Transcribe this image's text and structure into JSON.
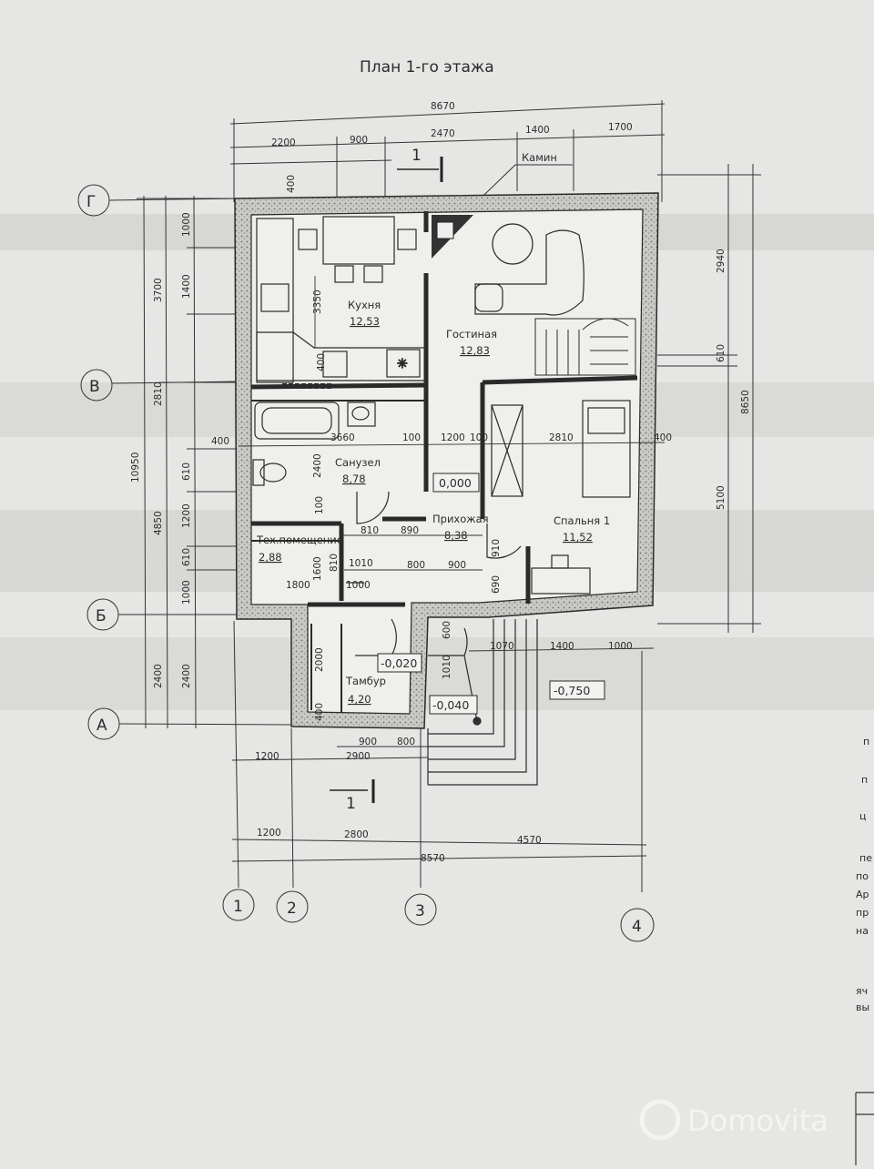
{
  "title": "План 1-го этажа",
  "fireplace_label": "Камин",
  "section_marks": [
    "1",
    "1"
  ],
  "axes": {
    "rows": [
      "Г",
      "В",
      "Б",
      "А"
    ],
    "cols": [
      "1",
      "2",
      "3",
      "4"
    ]
  },
  "rooms": [
    {
      "id": "kitchen",
      "name": "Кухня",
      "area": "12,53"
    },
    {
      "id": "living",
      "name": "Гостиная",
      "area": "12,83"
    },
    {
      "id": "bathroom",
      "name": "Санузел",
      "area": "8,78"
    },
    {
      "id": "hall",
      "name": "Прихожая",
      "area": "8,38"
    },
    {
      "id": "bedroom",
      "name": "Спальня 1",
      "area": "11,52"
    },
    {
      "id": "tech",
      "name": "Тех.помещение",
      "area": "2,88"
    },
    {
      "id": "vestibule",
      "name": "Тамбур",
      "area": "4,20"
    }
  ],
  "levels": [
    "0,000",
    "-0,020",
    "-0,040",
    "-0,750"
  ],
  "dims_top": {
    "overall": "8670",
    "row1": [
      "2470",
      "1400",
      "1700"
    ],
    "row2": [
      "2200",
      "900"
    ]
  },
  "dims_bottom": {
    "overall": "8570",
    "row1": [
      "1200",
      "2800",
      "4570"
    ],
    "row2": [
      "1200",
      "2900"
    ],
    "row3": [
      "900",
      "800"
    ]
  },
  "dims_left": {
    "overall": "10950",
    "mid": [
      "3700",
      "2810",
      "4850",
      "2400"
    ],
    "inner": [
      "1000",
      "1400",
      "610",
      "1200",
      "610",
      "1000",
      "2400"
    ]
  },
  "dims_right": {
    "overall": "8650",
    "parts": [
      "2940",
      "610",
      "5100"
    ]
  },
  "dims_inner": [
    "3350",
    "400",
    "400",
    "3660",
    "100",
    "1200",
    "100",
    "2810",
    "400",
    "400",
    "2400",
    "100",
    "810",
    "890",
    "1600",
    "810",
    "1010",
    "800",
    "900",
    "910",
    "690",
    "1800",
    "1000",
    "2000",
    "600",
    "1010",
    "1070",
    "1400",
    "1000",
    "400"
  ],
  "side_text": [
    "п",
    "п",
    "ц",
    "пе",
    "по",
    "Ар",
    "пр",
    "на",
    "яч",
    "вы"
  ],
  "watermark": "Domovita"
}
